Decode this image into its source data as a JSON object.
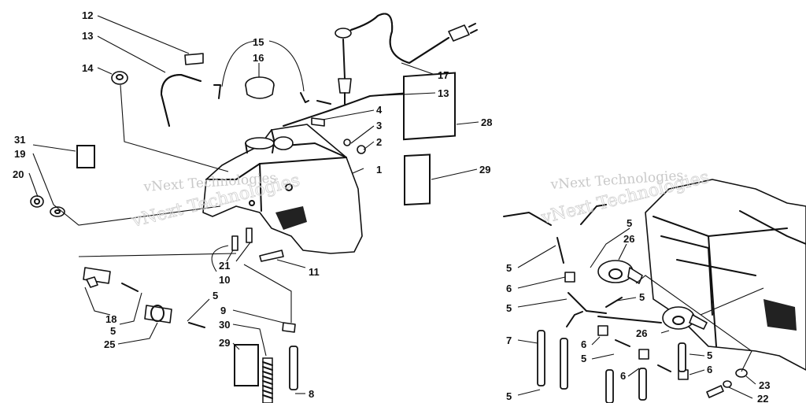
{
  "watermark": {
    "left_small": "vNext Technologies",
    "left_large": "vNext Technologies",
    "right_small": "vNext Technologies",
    "right_large": "vNext Technologies"
  },
  "callouts": [
    {
      "id": "c12",
      "text": "12"
    },
    {
      "id": "c13a",
      "text": "13"
    },
    {
      "id": "c14",
      "text": "14"
    },
    {
      "id": "c15",
      "text": "15"
    },
    {
      "id": "c16",
      "text": "16"
    },
    {
      "id": "c17",
      "text": "17"
    },
    {
      "id": "c13b",
      "text": "13"
    },
    {
      "id": "c4",
      "text": "4"
    },
    {
      "id": "c3",
      "text": "3"
    },
    {
      "id": "c2",
      "text": "2"
    },
    {
      "id": "c28",
      "text": "28"
    },
    {
      "id": "c31",
      "text": "31"
    },
    {
      "id": "c19",
      "text": "19"
    },
    {
      "id": "c20",
      "text": "20"
    },
    {
      "id": "c1",
      "text": "1"
    },
    {
      "id": "c29a",
      "text": "29"
    },
    {
      "id": "c21",
      "text": "21"
    },
    {
      "id": "c10",
      "text": "10"
    },
    {
      "id": "c11",
      "text": "11"
    },
    {
      "id": "c18",
      "text": "18"
    },
    {
      "id": "c5a",
      "text": "5"
    },
    {
      "id": "c25",
      "text": "25"
    },
    {
      "id": "c5b",
      "text": "5"
    },
    {
      "id": "c9",
      "text": "9"
    },
    {
      "id": "c30",
      "text": "30"
    },
    {
      "id": "c29b",
      "text": "29"
    },
    {
      "id": "c8",
      "text": "8"
    },
    {
      "id": "r5a",
      "text": "5"
    },
    {
      "id": "r26a",
      "text": "26"
    },
    {
      "id": "r5b",
      "text": "5"
    },
    {
      "id": "r6a",
      "text": "6"
    },
    {
      "id": "r5c",
      "text": "5"
    },
    {
      "id": "r5d",
      "text": "5"
    },
    {
      "id": "r7",
      "text": "7"
    },
    {
      "id": "r26b",
      "text": "26"
    },
    {
      "id": "r6b",
      "text": "6"
    },
    {
      "id": "r5e",
      "text": "5"
    },
    {
      "id": "r5f",
      "text": "5"
    },
    {
      "id": "r6c",
      "text": "6"
    },
    {
      "id": "r6d",
      "text": "6"
    },
    {
      "id": "r5g",
      "text": "5"
    },
    {
      "id": "r23",
      "text": "23"
    },
    {
      "id": "r22",
      "text": "22"
    }
  ]
}
